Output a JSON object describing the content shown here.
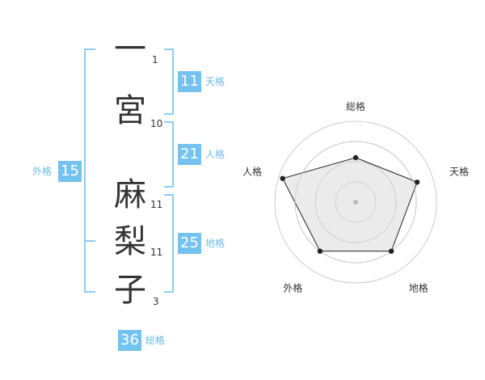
{
  "name": {
    "chars": [
      {
        "char": "一",
        "strokes": "1"
      },
      {
        "char": "宮",
        "strokes": "10"
      },
      {
        "char": "麻",
        "strokes": "11"
      },
      {
        "char": "梨",
        "strokes": "11"
      },
      {
        "char": "子",
        "strokes": "3"
      }
    ]
  },
  "scores": {
    "tenkaku": {
      "value": "11",
      "label": "天格"
    },
    "jinkaku": {
      "value": "21",
      "label": "人格"
    },
    "chikaku": {
      "value": "25",
      "label": "地格"
    },
    "gaikaku": {
      "value": "15",
      "label": "外格"
    },
    "soukaku": {
      "value": "36",
      "label": "総格"
    }
  },
  "chart_data": {
    "type": "radar",
    "axes": [
      "総格",
      "天格",
      "地格",
      "外格",
      "人格"
    ],
    "values": [
      0.55,
      0.8,
      0.75,
      0.75,
      0.95
    ],
    "rings": 4,
    "colors": {
      "fill": "#e8e8e8",
      "line": "#222222",
      "ring": "#cccccc",
      "center": "#bbbbbb"
    }
  }
}
